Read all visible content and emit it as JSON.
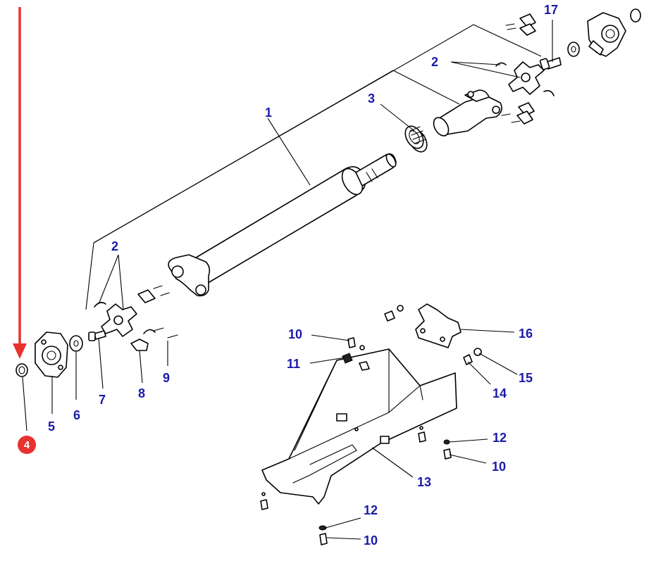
{
  "diagram": {
    "callouts": [
      {
        "id": "c1",
        "label": "1"
      },
      {
        "id": "c2a",
        "label": "2"
      },
      {
        "id": "c2b",
        "label": "2"
      },
      {
        "id": "c3",
        "label": "3"
      },
      {
        "id": "c5",
        "label": "5"
      },
      {
        "id": "c6",
        "label": "6"
      },
      {
        "id": "c7",
        "label": "7"
      },
      {
        "id": "c8",
        "label": "8"
      },
      {
        "id": "c9",
        "label": "9"
      },
      {
        "id": "c10a",
        "label": "10"
      },
      {
        "id": "c10b",
        "label": "10"
      },
      {
        "id": "c10c",
        "label": "10"
      },
      {
        "id": "c11",
        "label": "11"
      },
      {
        "id": "c12a",
        "label": "12"
      },
      {
        "id": "c12b",
        "label": "12"
      },
      {
        "id": "c13",
        "label": "13"
      },
      {
        "id": "c14",
        "label": "14"
      },
      {
        "id": "c15",
        "label": "15"
      },
      {
        "id": "c16",
        "label": "16"
      },
      {
        "id": "c17",
        "label": "17"
      }
    ],
    "highlight": {
      "label": "4",
      "color": "#e8322f"
    },
    "colors": {
      "callout_text": "#1a1aa8",
      "highlight": "#e8322f",
      "line": "#000000"
    }
  }
}
